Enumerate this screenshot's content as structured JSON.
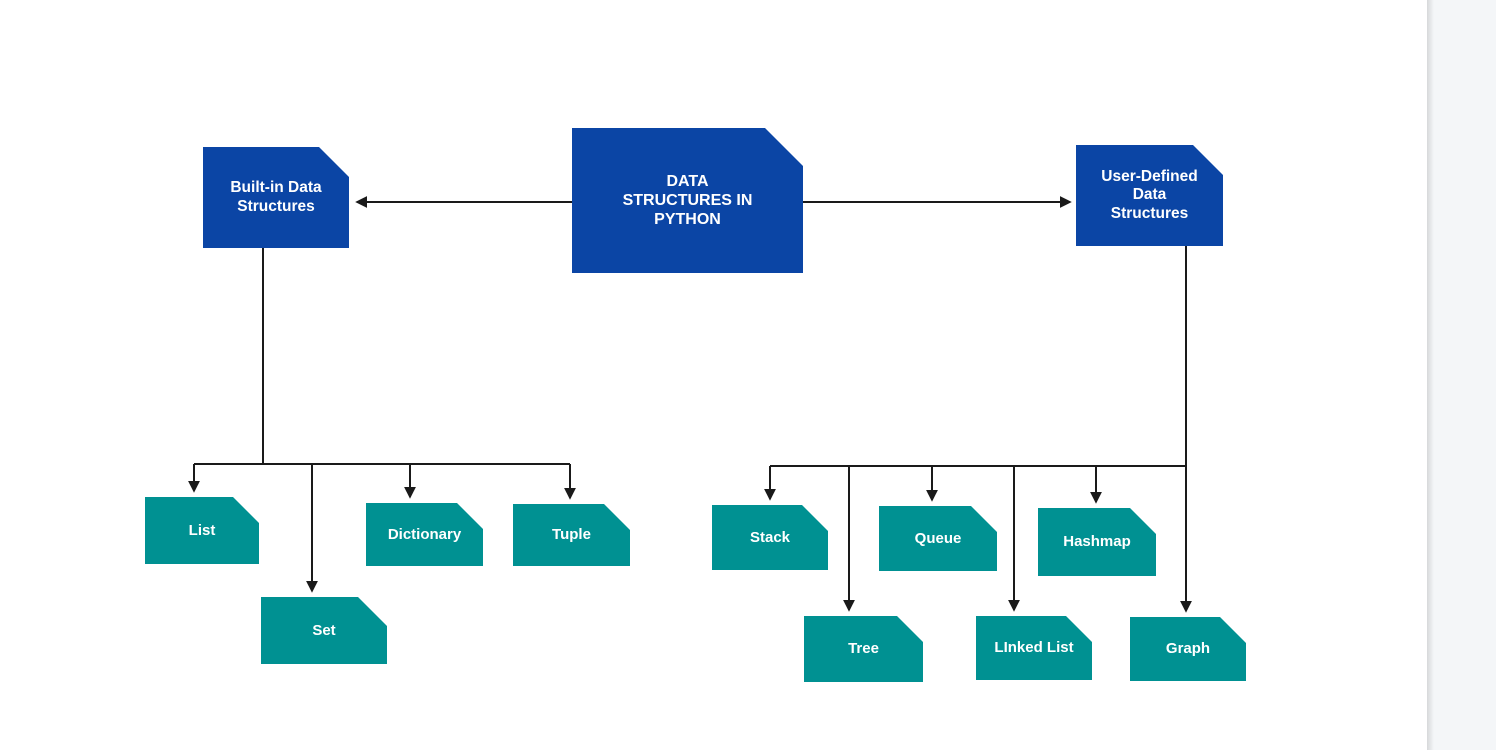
{
  "diagram": {
    "title": "Data Structures in Python flowchart",
    "nodes": {
      "root": {
        "label": "DATA\nSTRUCTURES IN\nPYTHON",
        "color": "#0b45a5"
      },
      "builtin": {
        "label": "Built-in Data\nStructures",
        "color": "#0b45a5"
      },
      "user_defined": {
        "label": "User-Defined\nData\nStructures",
        "color": "#0b45a5"
      },
      "list": {
        "label": "List",
        "color": "#009192"
      },
      "set": {
        "label": "Set",
        "color": "#009192"
      },
      "dictionary": {
        "label": "Dictionary",
        "color": "#009192"
      },
      "tuple": {
        "label": "Tuple",
        "color": "#009192"
      },
      "stack": {
        "label": "Stack",
        "color": "#009192"
      },
      "queue": {
        "label": "Queue",
        "color": "#009192"
      },
      "hashmap": {
        "label": "Hashmap",
        "color": "#009192"
      },
      "tree": {
        "label": "Tree",
        "color": "#009192"
      },
      "linked_list": {
        "label": "LInked List",
        "color": "#009192"
      },
      "graph": {
        "label": "Graph",
        "color": "#009192"
      }
    },
    "edges": [
      {
        "from": "root",
        "to": "builtin"
      },
      {
        "from": "root",
        "to": "user_defined"
      },
      {
        "from": "builtin",
        "to": "list"
      },
      {
        "from": "builtin",
        "to": "set"
      },
      {
        "from": "builtin",
        "to": "dictionary"
      },
      {
        "from": "builtin",
        "to": "tuple"
      },
      {
        "from": "user_defined",
        "to": "stack"
      },
      {
        "from": "user_defined",
        "to": "tree"
      },
      {
        "from": "user_defined",
        "to": "queue"
      },
      {
        "from": "user_defined",
        "to": "linked_list"
      },
      {
        "from": "user_defined",
        "to": "hashmap"
      },
      {
        "from": "user_defined",
        "to": "graph"
      }
    ]
  },
  "colors": {
    "node_blue": "#0b45a5",
    "node_teal": "#009192",
    "connector": "#1a1a1a",
    "canvas_bg": "#ffffff",
    "side_panel_bg": "#f4f6f8",
    "label_text": "#ffffff"
  }
}
